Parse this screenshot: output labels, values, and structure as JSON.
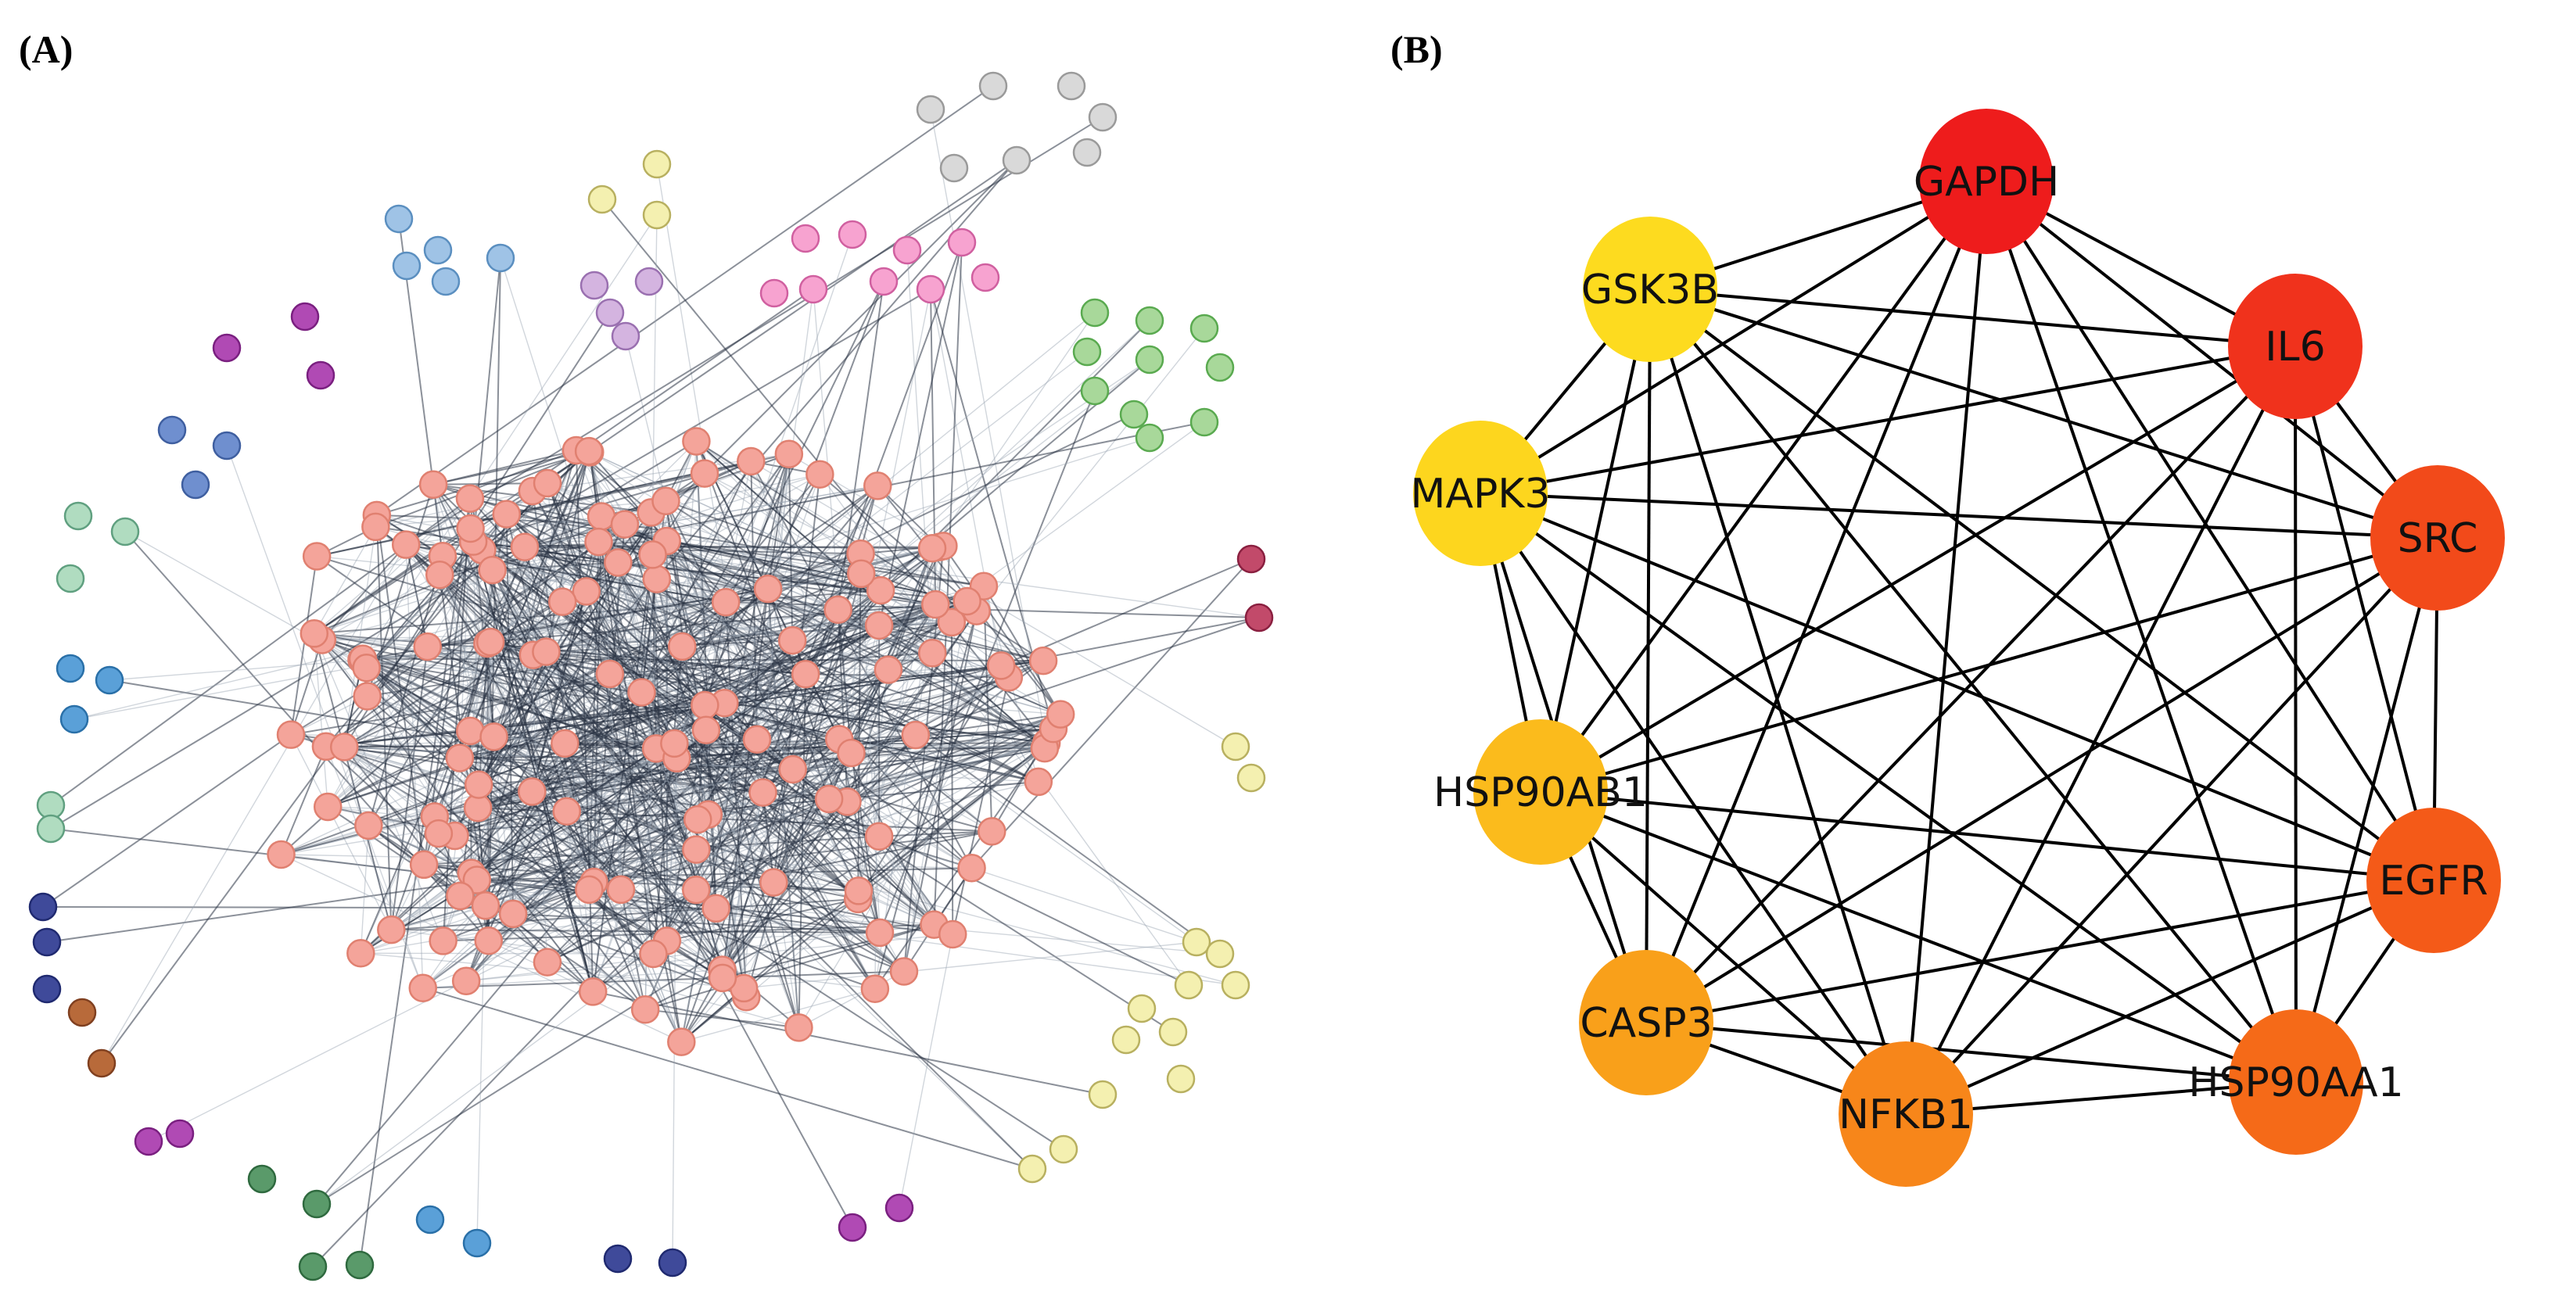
{
  "panels": {
    "a": {
      "label": "(A)",
      "clusters": [
        {
          "color": "#f4a49a",
          "stroke": "#e08070"
        },
        {
          "color": "#9fc3e6",
          "stroke": "#5b8fc0"
        },
        {
          "color": "#f7a3d0",
          "stroke": "#d060a0"
        },
        {
          "color": "#a8d89a",
          "stroke": "#5aaa50"
        },
        {
          "color": "#6f8fcf",
          "stroke": "#3f5fa0"
        },
        {
          "color": "#b0dcc0",
          "stroke": "#60a080"
        },
        {
          "color": "#c24a6a",
          "stroke": "#8a2040"
        },
        {
          "color": "#b04ab4",
          "stroke": "#7a2080"
        },
        {
          "color": "#d9d9d9",
          "stroke": "#9a9a9a"
        },
        {
          "color": "#f4f0b0",
          "stroke": "#b8b060"
        },
        {
          "color": "#5a9a6a",
          "stroke": "#2f6a3f"
        },
        {
          "color": "#3f4a9a",
          "stroke": "#202a70"
        },
        {
          "color": "#b86a3a",
          "stroke": "#804020"
        },
        {
          "color": "#d4b4e0",
          "stroke": "#9a70b0"
        },
        {
          "color": "#5aa0d8",
          "stroke": "#2a70a8"
        }
      ]
    },
    "b": {
      "label": "(B)",
      "nodes": [
        {
          "name": "GAPDH",
          "color": "#ee1c1c"
        },
        {
          "name": "IL6",
          "color": "#f0321c"
        },
        {
          "name": "SRC",
          "color": "#f24a1a"
        },
        {
          "name": "EGFR",
          "color": "#f45a18"
        },
        {
          "name": "HSP90AA1",
          "color": "#f56a18"
        },
        {
          "name": "NFKB1",
          "color": "#f7861a"
        },
        {
          "name": "CASP3",
          "color": "#f9a01a"
        },
        {
          "name": "HSP90AB1",
          "color": "#fbbb1c"
        },
        {
          "name": "MAPK3",
          "color": "#fdd61e"
        },
        {
          "name": "GSK3B",
          "color": "#fddb1f"
        }
      ],
      "edges": "complete"
    }
  }
}
